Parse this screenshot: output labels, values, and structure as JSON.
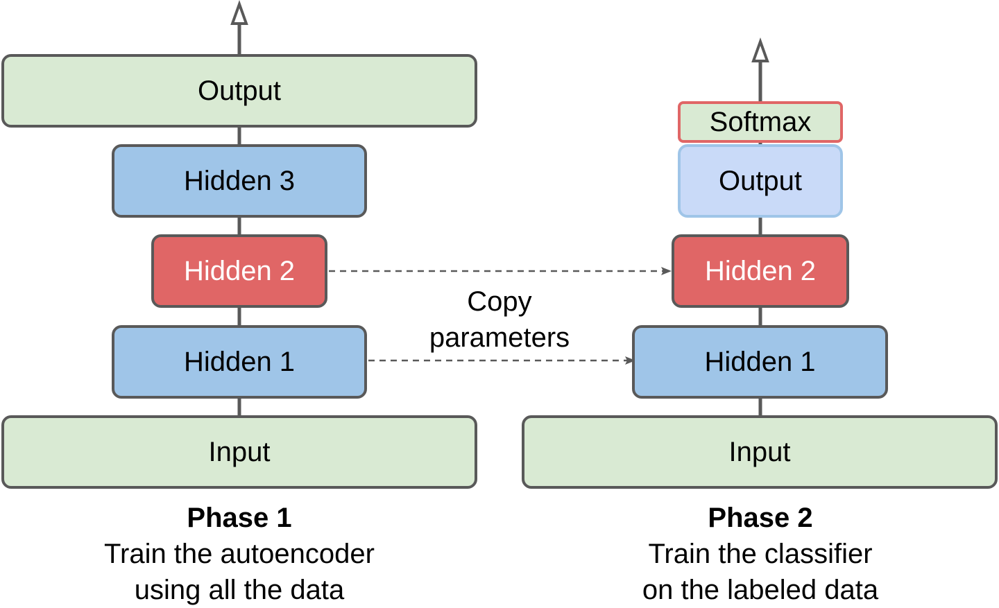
{
  "colors": {
    "io_fill": "#d9ead3",
    "hidden_fill": "#9fc5e8",
    "shared_hidden_fill": "#e06666",
    "output_phase2_fill": "#c9daf8",
    "softmax_border": "#e06666",
    "stroke": "#595959"
  },
  "phase1": {
    "output": "Output",
    "hidden3": "Hidden 3",
    "hidden2": "Hidden 2",
    "hidden1": "Hidden 1",
    "input": "Input",
    "title": "Phase 1",
    "line1": "Train the autoencoder",
    "line2": "using all the data"
  },
  "phase2": {
    "softmax": "Softmax",
    "output": "Output",
    "hidden2": "Hidden 2",
    "hidden1": "Hidden 1",
    "input": "Input",
    "title": "Phase 2",
    "line1": "Train the classifier",
    "line2": "on the labeled data"
  },
  "copy": {
    "line1": "Copy",
    "line2": "parameters"
  }
}
